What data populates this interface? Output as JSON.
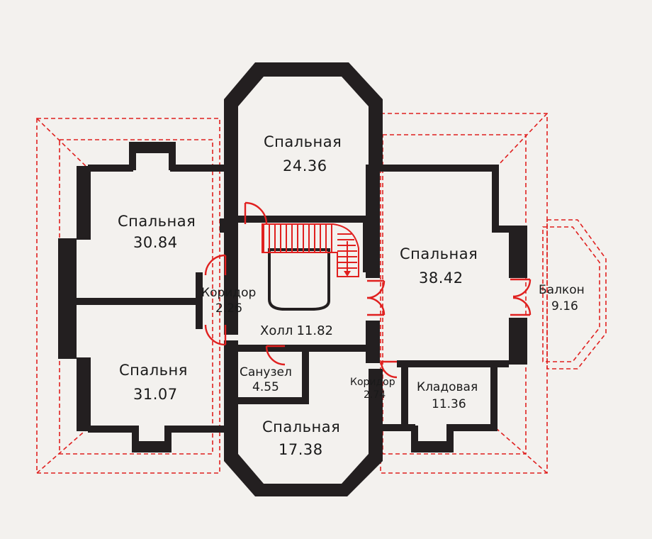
{
  "colors": {
    "background": "#f3f1ee",
    "wall": "#231f20",
    "accent": "#e0201f",
    "text": "#1a1a1a"
  },
  "rooms": [
    {
      "id": "bedroom-top",
      "name": "Спальная",
      "area": "24.36"
    },
    {
      "id": "bedroom-left",
      "name": "Спальная",
      "area": "30.84"
    },
    {
      "id": "bedroom-right",
      "name": "Спальная",
      "area": "38.42"
    },
    {
      "id": "corridor-left",
      "name": "Коридор",
      "area": "2.26"
    },
    {
      "id": "hall",
      "name": "Холл",
      "area": "11.82"
    },
    {
      "id": "bedroom-bottom-left",
      "name": "Спальня",
      "area": "31.07"
    },
    {
      "id": "bathroom",
      "name": "Санузел",
      "area": "4.55"
    },
    {
      "id": "corridor-right",
      "name": "Коридор",
      "area": "2.74"
    },
    {
      "id": "storage",
      "name": "Кладовая",
      "area": "11.36"
    },
    {
      "id": "bedroom-bottom",
      "name": "Спальная",
      "area": "17.38"
    },
    {
      "id": "balcony",
      "name": "Балкон",
      "area": "9.16"
    }
  ]
}
